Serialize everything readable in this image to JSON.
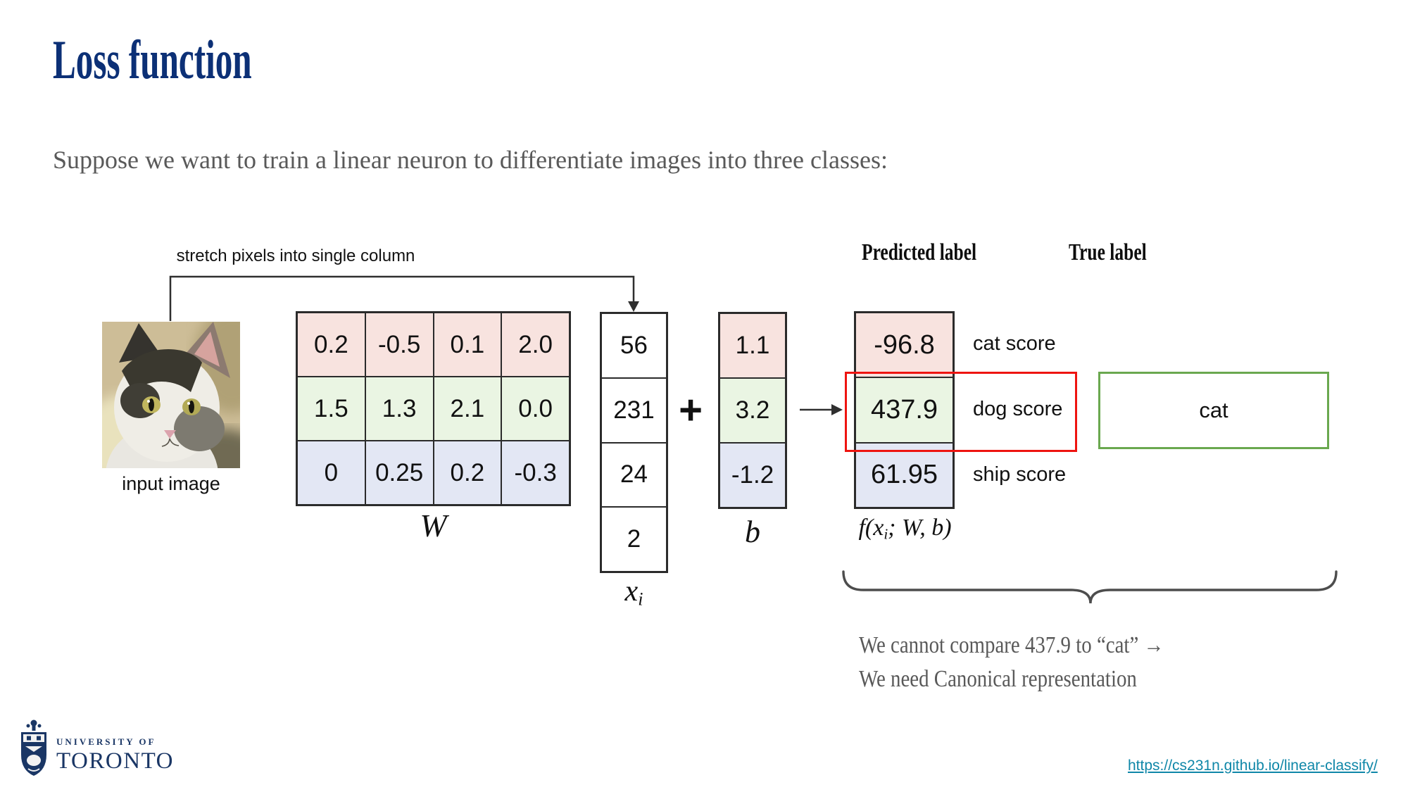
{
  "slide": {
    "title": "Loss function",
    "subtitle": "Suppose we want to train a linear neuron to differentiate images into three classes:"
  },
  "figure": {
    "stretch_label": "stretch pixels into single column",
    "input_caption": "input image",
    "w_matrix": {
      "label": "W",
      "rows": [
        [
          "0.2",
          "-0.5",
          "0.1",
          "2.0"
        ],
        [
          "1.5",
          "1.3",
          "2.1",
          "0.0"
        ],
        [
          "0",
          "0.25",
          "0.2",
          "-0.3"
        ]
      ]
    },
    "x_vector": {
      "label_base": "x",
      "label_sub": "i",
      "values": [
        "56",
        "231",
        "24",
        "2"
      ]
    },
    "plus_sign": "+",
    "b_vector": {
      "label": "b",
      "values": [
        "1.1",
        "3.2",
        "-1.2"
      ]
    },
    "output": {
      "fn_prefix": "f(x",
      "fn_sub": "i",
      "fn_suffix": "; W, b)",
      "values": [
        "-96.8",
        "437.9",
        "61.95"
      ],
      "labels": [
        "cat score",
        "dog score",
        "ship score"
      ]
    },
    "headers": {
      "predicted": "Predicted label",
      "true_label": "True label"
    },
    "true_value": "cat"
  },
  "note": {
    "line1": "We cannot compare 437.9 to “cat” →",
    "line2": "We need Canonical representation"
  },
  "footer": {
    "university_small": "UNIVERSITY OF",
    "university_large": "TORONTO",
    "source_link": "https://cs231n.github.io/linear-classify/"
  },
  "colors": {
    "title_navy": "#0c3076",
    "body_gray": "#595959",
    "row_pink": "#f8e3df",
    "row_green": "#eaf5e3",
    "row_blue": "#e3e7f4",
    "red_box": "#ee1410",
    "green_box_border": "#6aa84f",
    "link_teal": "#0f87a8",
    "uoft_navy": "#1a3665",
    "brace_gray": "#4d4d4d"
  }
}
